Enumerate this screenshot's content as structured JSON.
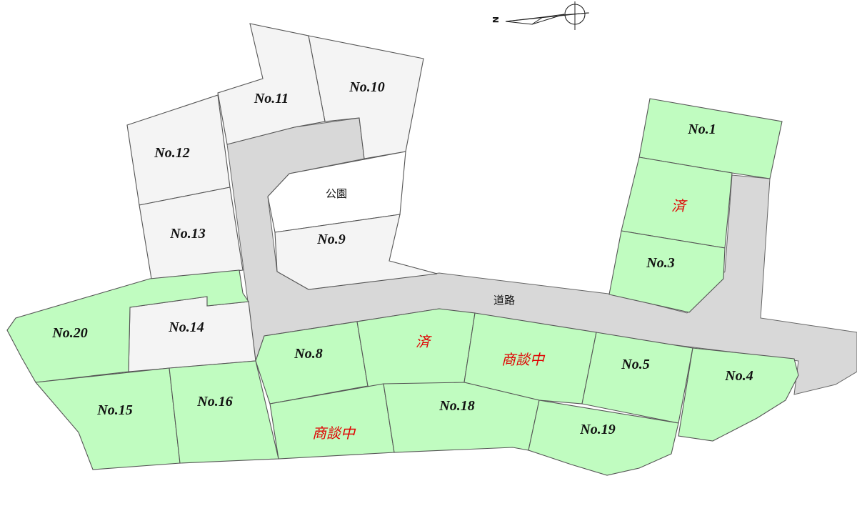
{
  "lots": {
    "no1": "No.1",
    "no3": "No.3",
    "no4": "No.4",
    "no5": "No.5",
    "no8": "No.8",
    "no9": "No.9",
    "no10": "No.10",
    "no11": "No.11",
    "no12": "No.12",
    "no13": "No.13",
    "no14": "No.14",
    "no15": "No.15",
    "no16": "No.16",
    "no18": "No.18",
    "no19": "No.19",
    "no20": "No.20"
  },
  "status": {
    "lot2": "済",
    "lot7": "済",
    "lot6": "商談中",
    "lot17": "商談中"
  },
  "areas": {
    "park": "公園",
    "road": "道路"
  },
  "compass": {
    "north": "N"
  },
  "colors": {
    "available_lot": "#c0fcc0",
    "other_lot": "#f4f4f4",
    "road": "#d8d8d8",
    "status_text": "#e00000"
  }
}
